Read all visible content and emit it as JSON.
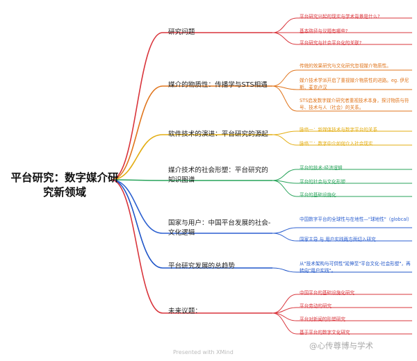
{
  "root": {
    "title": "平台研究：数字媒介研究新领域"
  },
  "branches": [
    {
      "label": "研究问题",
      "color": "#d9343b",
      "leaves": [
        "平台研究兴起的现实与学术背景是什么?",
        "基本路径与议题有哪些?",
        "平台研究与社会平台化的关联?"
      ]
    },
    {
      "label": "媒介的物质性：传播学与STS相遇",
      "color": "#e0751c",
      "leaves": [
        "传统的效果研究与文化研究忽视媒介物质性。",
        "媒介技术学派开启了重视媒介物质性的进路。eg. 伊尼斯、麦克卢汉",
        "STS启发数字媒介研究者重视技术本身，探讨物质与符号、技术与人（社会）的关系。"
      ]
    },
    {
      "label": "软件技术的演进：平台研究的源起",
      "color": "#e3ad12",
      "leaves": [
        "脉络一：新媒体技术与数字平台的关系",
        "脉络二：数字中介如何介入社会现实"
      ]
    },
    {
      "label": "媒介技术的社会形塑：平台研究的知识图谱",
      "color": "#27a35a",
      "leaves": [
        "平台的技术-经济逻辑",
        "平台的社会与文化形塑",
        "平台的基础设施化"
      ]
    },
    {
      "label": "国家与用户：中国平台发展的社会-文化逻辑",
      "color": "#2b5fd0",
      "leaves": [
        "中国数字平台的全球性与在地性—\"球地性\"（globcal）",
        "国家主导 与 用户实践两方面切入研究"
      ]
    },
    {
      "label": "平台研究发展的总趋势",
      "color": "#1f55c8",
      "leaves": [
        "从\"技术架构与可供性\"延伸至\"平台文化-社会形塑\"，再转向\"用户实践\"。"
      ]
    },
    {
      "label": "未来议题：",
      "color": "#d9343b",
      "leaves": [
        "中国平台的基础设施化研究",
        "平台劳动的研究",
        "平台对新闻的形塑研究",
        "基于平台的数字文化研究"
      ]
    }
  ],
  "footer": {
    "text": "Presented with XMind"
  },
  "watermark": {
    "text": "@心传尊博与学术"
  }
}
